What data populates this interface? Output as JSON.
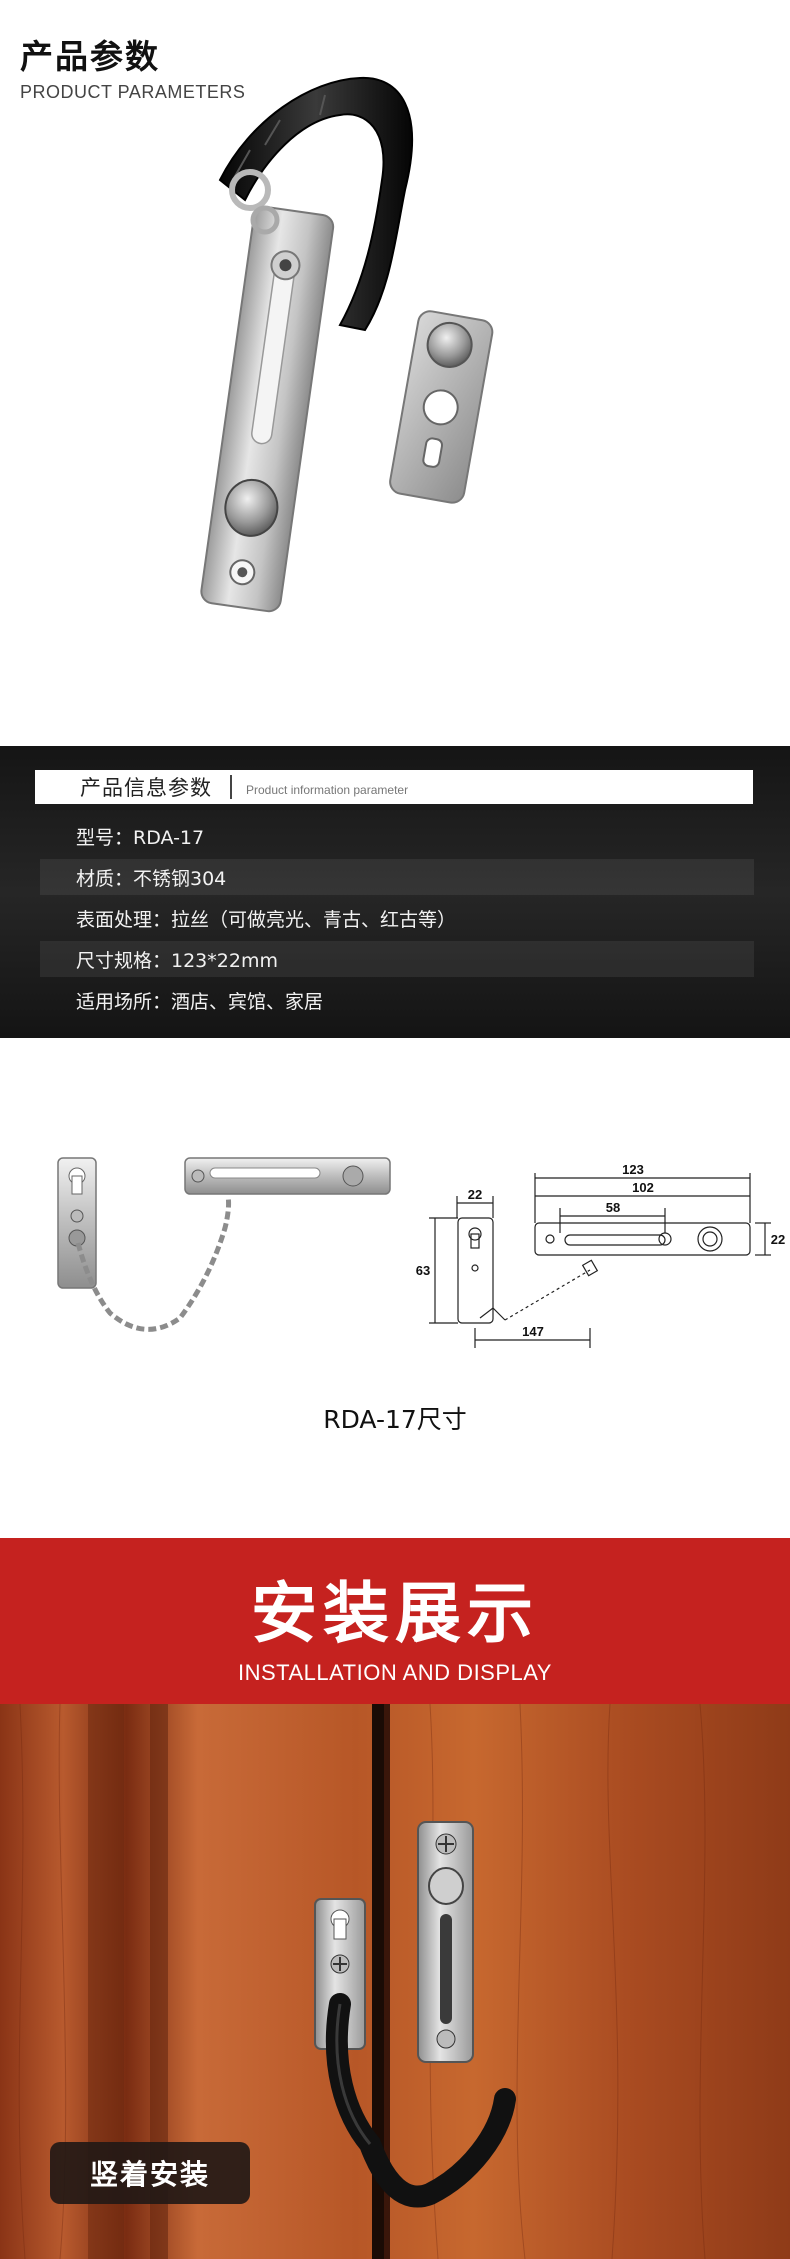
{
  "header": {
    "title": "产品参数",
    "subtitle": "PRODUCT PARAMETERS"
  },
  "params": {
    "bar_title": "产品信息参数",
    "bar_subtitle": "Product information parameter",
    "rows": [
      {
        "text": "型号：RDA-17"
      },
      {
        "text": "材质：不锈钢304"
      },
      {
        "text": "表面处理：拉丝（可做亮光、青古、红古等）"
      },
      {
        "text": "尺寸规格：123*22mm"
      },
      {
        "text": "适用场所：酒店、宾馆、家居"
      }
    ]
  },
  "dimensions": {
    "caption": "RDA-17尺寸",
    "labels": {
      "d123": "123",
      "d102": "102",
      "d58": "58",
      "d22_right": "22",
      "d22_top": "22",
      "d63": "63",
      "d147": "147"
    }
  },
  "banner": {
    "title": "安装展示",
    "subtitle": "INSTALLATION AND DISPLAY"
  },
  "install": {
    "label": "竖着安装"
  },
  "colors": {
    "brand_red": "#c5221f",
    "dark_panel": "#1c1c1c",
    "steel": "#c8c8c8",
    "wood": "#b5532a"
  }
}
